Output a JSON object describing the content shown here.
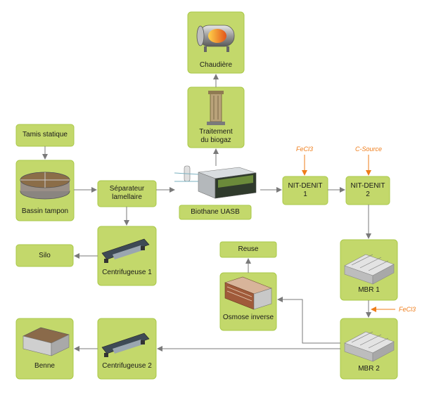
{
  "colors": {
    "box_fill": "#c3d86b",
    "box_border": "#aac94a",
    "arrow": "#7a7a7a",
    "reagent": "#ef7d1a"
  },
  "nodes": {
    "chaudiere": "Chaudière",
    "traitement_biogaz": "Traitement du biogaz",
    "tamis": "Tamis statique",
    "bassin": "Bassin tampon",
    "separateur": "Séparateur lamellaire",
    "biothane": "Biothane UASB",
    "nitdenit1": "NIT-DENIT 1",
    "nitdenit2": "NIT-DENIT 2",
    "silo": "Silo",
    "centrifugeuse1": "Centrifugeuse 1",
    "reuse": "Reuse",
    "osmose": "Osmose inverse",
    "mbr1": "MBR 1",
    "mbr2": "MBR 2",
    "benne": "Benne",
    "centrifugeuse2": "Centrifugeuse 2"
  },
  "reagents": {
    "fecl3_a": "FeCl3",
    "csource": "C-Source",
    "fecl3_b": "FeCl3"
  },
  "icons": {
    "chaudiere": "boiler-icon",
    "traitement_biogaz": "biogas-tower-icon",
    "bassin": "round-tank-icon",
    "biothane": "uasb-reactor-icon",
    "centrifugeuse": "centrifuge-icon",
    "osmose": "reverse-osmosis-icon",
    "mbr": "membrane-bioreactor-icon",
    "benne": "dumpster-icon"
  }
}
